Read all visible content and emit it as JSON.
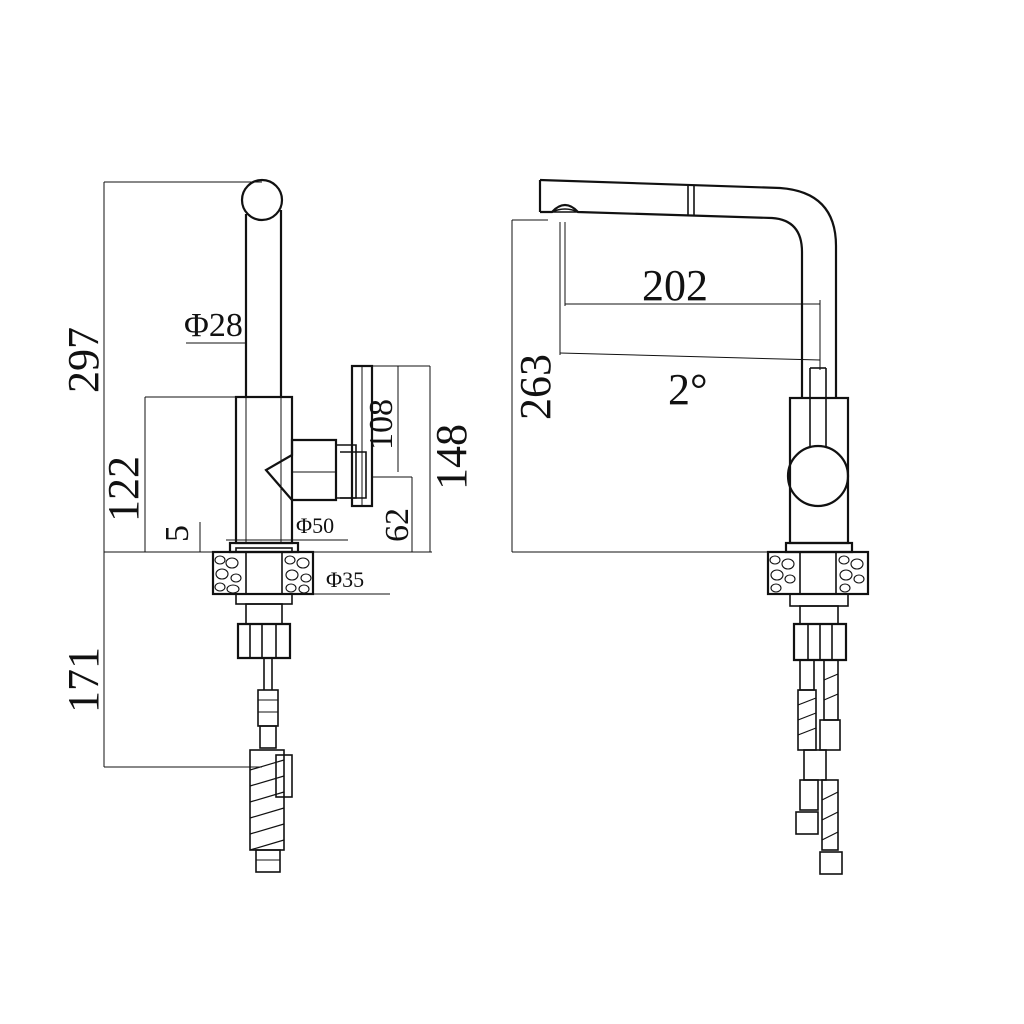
{
  "side_view": {
    "dim_total_height": "297",
    "dim_spout_diameter": "Φ28",
    "dim_body_height": "122",
    "dim_offset": "5",
    "dim_body_diameter": "Φ50",
    "dim_handle_length": "108",
    "dim_handle_height": "148",
    "dim_handle_base": "62",
    "dim_shank_diameter": "Φ35",
    "dim_below_counter": "171"
  },
  "front_view": {
    "dim_spout_reach": "202",
    "dim_angle": "2°",
    "dim_spout_height": "263"
  }
}
